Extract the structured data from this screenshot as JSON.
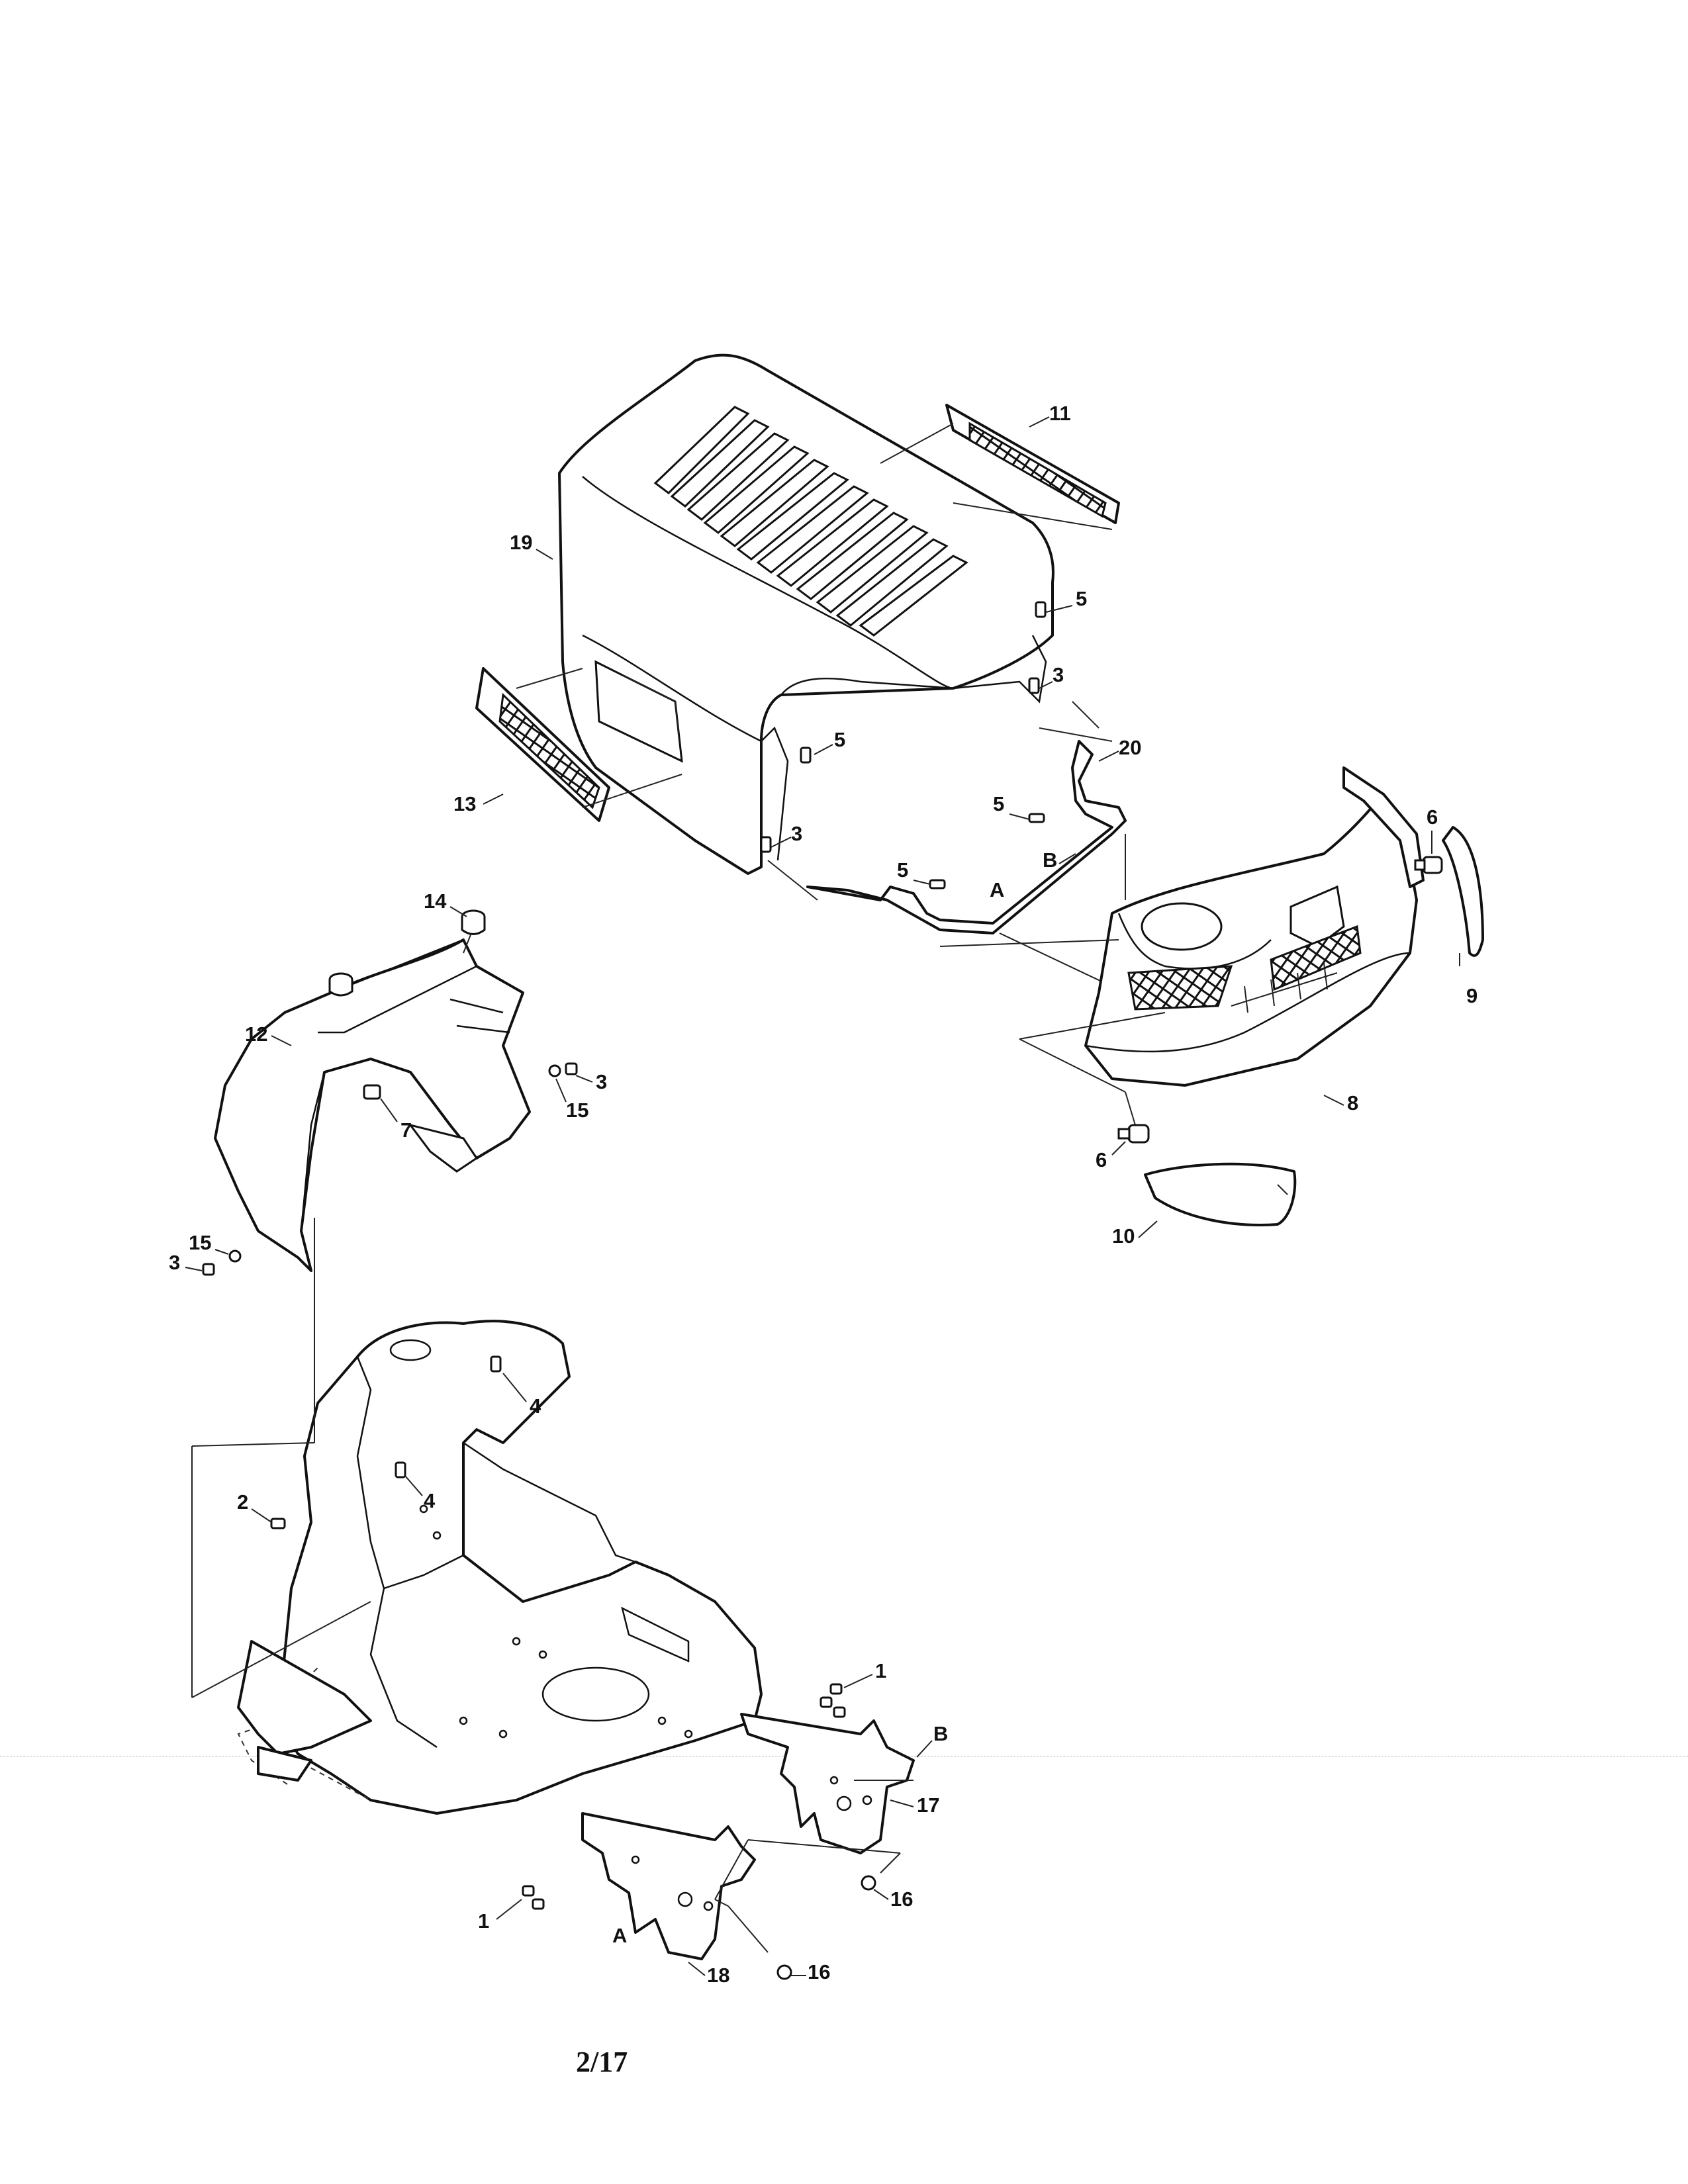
{
  "diagram": {
    "page_number": "2/17",
    "callouts": [
      {
        "id": "c11a",
        "text": "11"
      },
      {
        "id": "c19",
        "text": "19"
      },
      {
        "id": "c5a",
        "text": "5"
      },
      {
        "id": "c3a",
        "text": "3"
      },
      {
        "id": "c20",
        "text": "20"
      },
      {
        "id": "c5b",
        "text": "5"
      },
      {
        "id": "c5c",
        "text": "5"
      },
      {
        "id": "c3b",
        "text": "3"
      },
      {
        "id": "c13",
        "text": "13"
      },
      {
        "id": "c5d",
        "text": "5"
      },
      {
        "id": "cA1",
        "text": "A"
      },
      {
        "id": "cB1",
        "text": "B"
      },
      {
        "id": "c6a",
        "text": "6"
      },
      {
        "id": "c9",
        "text": "9"
      },
      {
        "id": "c14",
        "text": "14"
      },
      {
        "id": "c12",
        "text": "12"
      },
      {
        "id": "c3c",
        "text": "3"
      },
      {
        "id": "c15a",
        "text": "15"
      },
      {
        "id": "c7",
        "text": "7"
      },
      {
        "id": "c8",
        "text": "8"
      },
      {
        "id": "c6b",
        "text": "6"
      },
      {
        "id": "c10",
        "text": "10"
      },
      {
        "id": "c15b",
        "text": "15"
      },
      {
        "id": "c3d",
        "text": "3"
      },
      {
        "id": "c4a",
        "text": "4"
      },
      {
        "id": "c4b",
        "text": "4"
      },
      {
        "id": "c2",
        "text": "2"
      },
      {
        "id": "c1a",
        "text": "1"
      },
      {
        "id": "cB2",
        "text": "B"
      },
      {
        "id": "c17",
        "text": "17"
      },
      {
        "id": "c16a",
        "text": "16"
      },
      {
        "id": "c1b",
        "text": "1"
      },
      {
        "id": "cA2",
        "text": "A"
      },
      {
        "id": "c18",
        "text": "18"
      },
      {
        "id": "c16b",
        "text": "16"
      }
    ]
  }
}
